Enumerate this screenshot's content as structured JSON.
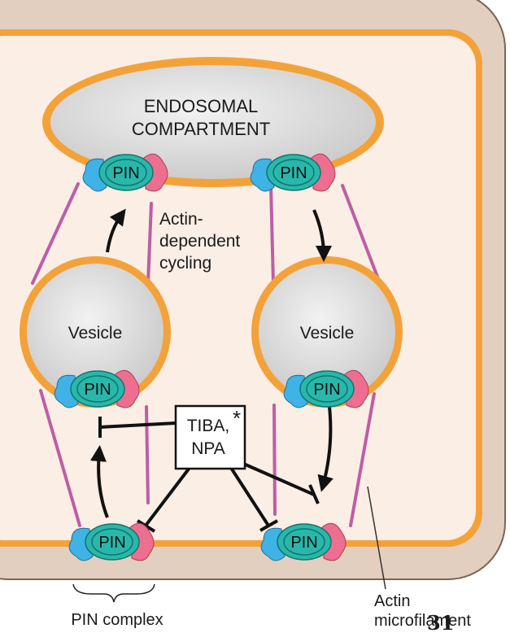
{
  "labels": {
    "endosome_line1": "ENDOSOMAL",
    "endosome_line2": "COMPARTMENT",
    "vesicle_left": "Vesicle",
    "vesicle_right": "Vesicle",
    "cycling_line1": "Actin-",
    "cycling_line2": "dependent",
    "cycling_line3": "cycling",
    "inhibitor_line1": "TIBA,",
    "inhibitor_line2": "NPA",
    "inhibitor_asterisk": "*",
    "pin_complex": "PIN complex",
    "actin_line1": "Actin",
    "actin_line2": "microfilament",
    "page_number": "31"
  },
  "pin_label": "PIN",
  "colors": {
    "cell_wall": "#e3cfbf",
    "cell_wall_edge": "#7a6558",
    "membrane": "#f3a23a",
    "cytoplasm": "#fbeee4",
    "organelle_fill": "#dcdcdc",
    "actin": "#bd5ea6",
    "pin_teal": "#2ab7ab",
    "pin_blue": "#3fb2e6",
    "pin_pink": "#ee6e8f"
  }
}
